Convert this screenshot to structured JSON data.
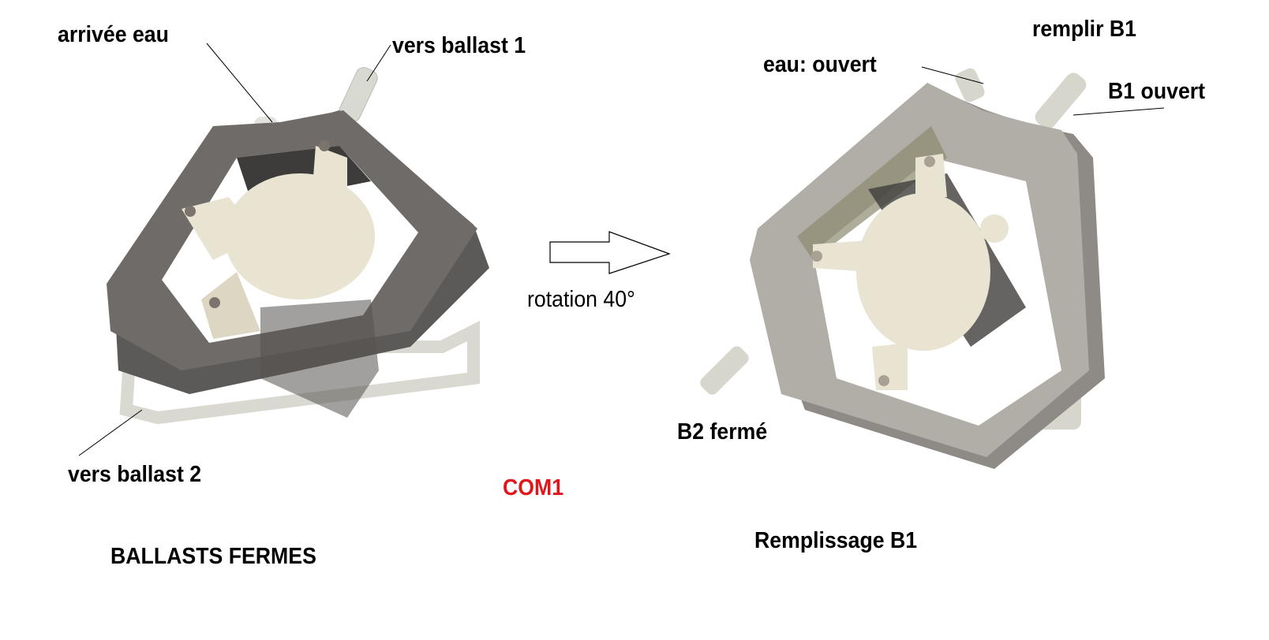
{
  "left_panel": {
    "labels": {
      "water_inlet": "arrivée eau",
      "to_ballast_1": "vers ballast 1",
      "to_ballast_2": "vers ballast 2"
    },
    "caption": "BALLASTS FERMES"
  },
  "transition": {
    "label": "rotation 40°",
    "icon": "right-arrow-icon"
  },
  "right_panel": {
    "labels": {
      "fill_b1": "remplir B1",
      "water_open": "eau: ouvert",
      "b1_open": "B1 ouvert",
      "b2_closed": "B2 fermé"
    },
    "caption": "Remplissage B1"
  },
  "tag": "COM1",
  "colors": {
    "tag": "#e0161c",
    "frame_left": "#6b6865",
    "frame_right": "#b1ada7",
    "rotor": "#e9e3d1",
    "tube": "#c9c9bd"
  }
}
